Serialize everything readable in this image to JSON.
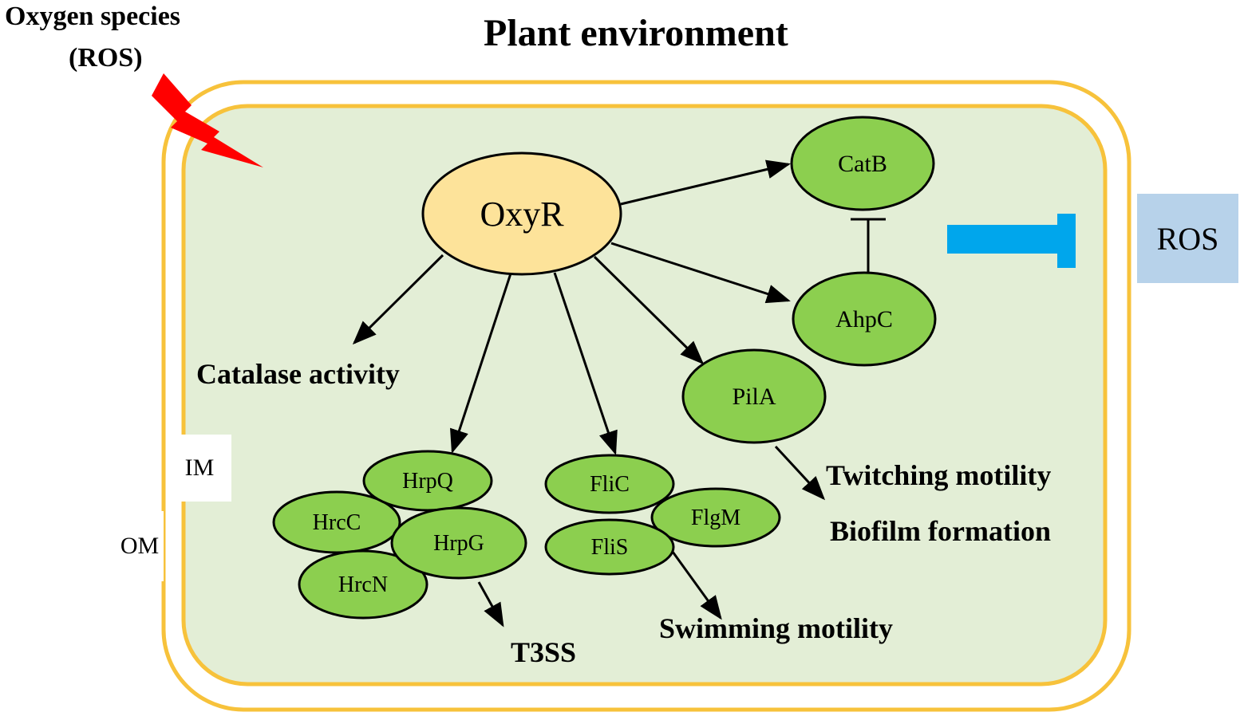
{
  "title": "Plant environment",
  "ros_source": {
    "line1": "Oxygen species",
    "line2": "(ROS)"
  },
  "ros_right": "ROS",
  "membranes": {
    "inner": "IM",
    "outer": "OM"
  },
  "colors": {
    "membrane": "#f7c23b",
    "cytoplasm": "#e3eed6",
    "protein": "#8ccf4f",
    "oxyr": "#fde39a",
    "lightning": "#ff0000",
    "inhibit_bar": "#00a6ec",
    "ros_box": "#b7d2ea"
  },
  "nodes": {
    "oxyr": "OxyR",
    "catb": "CatB",
    "ahpc": "AhpC",
    "pila": "PilA",
    "hrpq": "HrpQ",
    "hrcc": "HrcC",
    "hrpg": "HrpG",
    "hrcn": "HrcN",
    "flic": "FliC",
    "flgm": "FlgM",
    "flis": "FliS"
  },
  "phenotypes": {
    "catalase": "Catalase activity",
    "t3ss": "T3SS",
    "swimming": "Swimming motility",
    "twitching": "Twitching motility",
    "biofilm": "Biofilm formation"
  }
}
